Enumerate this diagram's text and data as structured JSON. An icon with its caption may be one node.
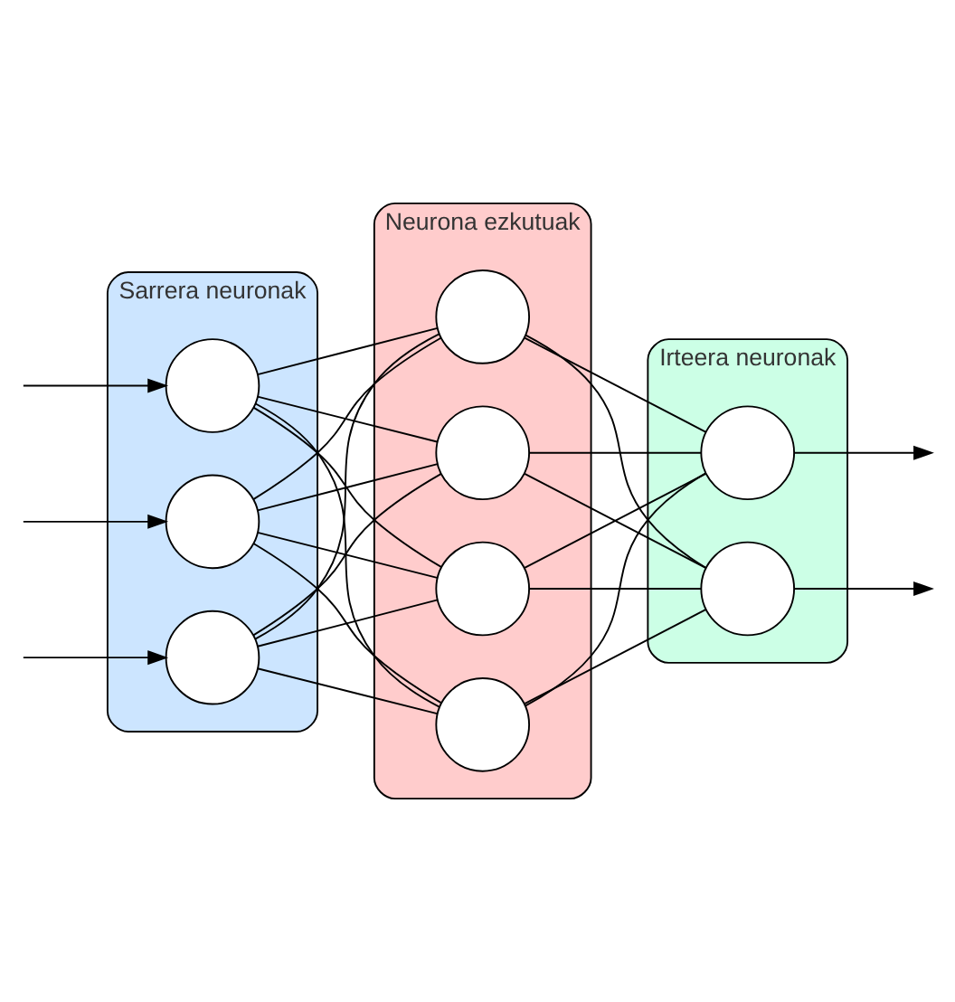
{
  "diagram": {
    "nodes": [
      {
        "text": [
          "Sarrera neuronak"
        ]
      },
      {
        "text": [
          "Neurona ezkutuak"
        ]
      },
      {
        "text": [
          "Irteera neuronak"
        ]
      },
      {
        "text": [],
        "shape": "circle",
        "in": 0
      },
      {
        "text": [],
        "shape": "circle",
        "in": 0
      },
      {
        "text": [],
        "shape": "circle",
        "in": 0
      },
      {
        "text": [],
        "shape": "circle",
        "in": 1
      },
      {
        "text": [],
        "shape": "circle",
        "in": 1
      },
      {
        "text": [],
        "shape": "circle",
        "in": 1
      },
      {
        "text": [],
        "shape": "circle",
        "in": 1
      },
      {
        "text": [],
        "shape": "circle",
        "in": 2
      },
      {
        "text": [],
        "shape": "circle",
        "in": 2
      }
    ],
    "edges": [
      {
        "from": null,
        "to": 3,
        "arrow": "to"
      },
      {
        "from": null,
        "to": 4,
        "arrow": "to"
      },
      {
        "from": null,
        "to": 5,
        "arrow": "to"
      },
      {
        "from": 3,
        "to": 6,
        "arrow": "none"
      },
      {
        "from": 3,
        "to": 7,
        "arrow": "none"
      },
      {
        "from": 3,
        "to": 8,
        "arrow": "none"
      },
      {
        "from": 3,
        "to": 9,
        "arrow": "none"
      },
      {
        "from": 4,
        "to": 6,
        "arrow": "none"
      },
      {
        "from": 4,
        "to": 7,
        "arrow": "none"
      },
      {
        "from": 4,
        "to": 8,
        "arrow": "none"
      },
      {
        "from": 4,
        "to": 9,
        "arrow": "none"
      },
      {
        "from": 5,
        "to": 6,
        "arrow": "none"
      },
      {
        "from": 5,
        "to": 7,
        "arrow": "none"
      },
      {
        "from": 5,
        "to": 8,
        "arrow": "none"
      },
      {
        "from": 5,
        "to": 9,
        "arrow": "none"
      },
      {
        "from": 6,
        "to": 10,
        "arrow": "none"
      },
      {
        "from": 6,
        "to": 11,
        "arrow": "none"
      },
      {
        "from": 7,
        "to": 10,
        "arrow": "none"
      },
      {
        "from": 7,
        "to": 11,
        "arrow": "none"
      },
      {
        "from": 8,
        "to": 10,
        "arrow": "none"
      },
      {
        "from": 8,
        "to": 11,
        "arrow": "none"
      },
      {
        "from": 9,
        "to": 10,
        "arrow": "none"
      },
      {
        "from": 9,
        "to": 11,
        "arrow": "none"
      },
      {
        "from": 10,
        "to": null,
        "arrow": "to"
      },
      {
        "from": 11,
        "to": null,
        "arrow": "to"
      }
    ]
  }
}
